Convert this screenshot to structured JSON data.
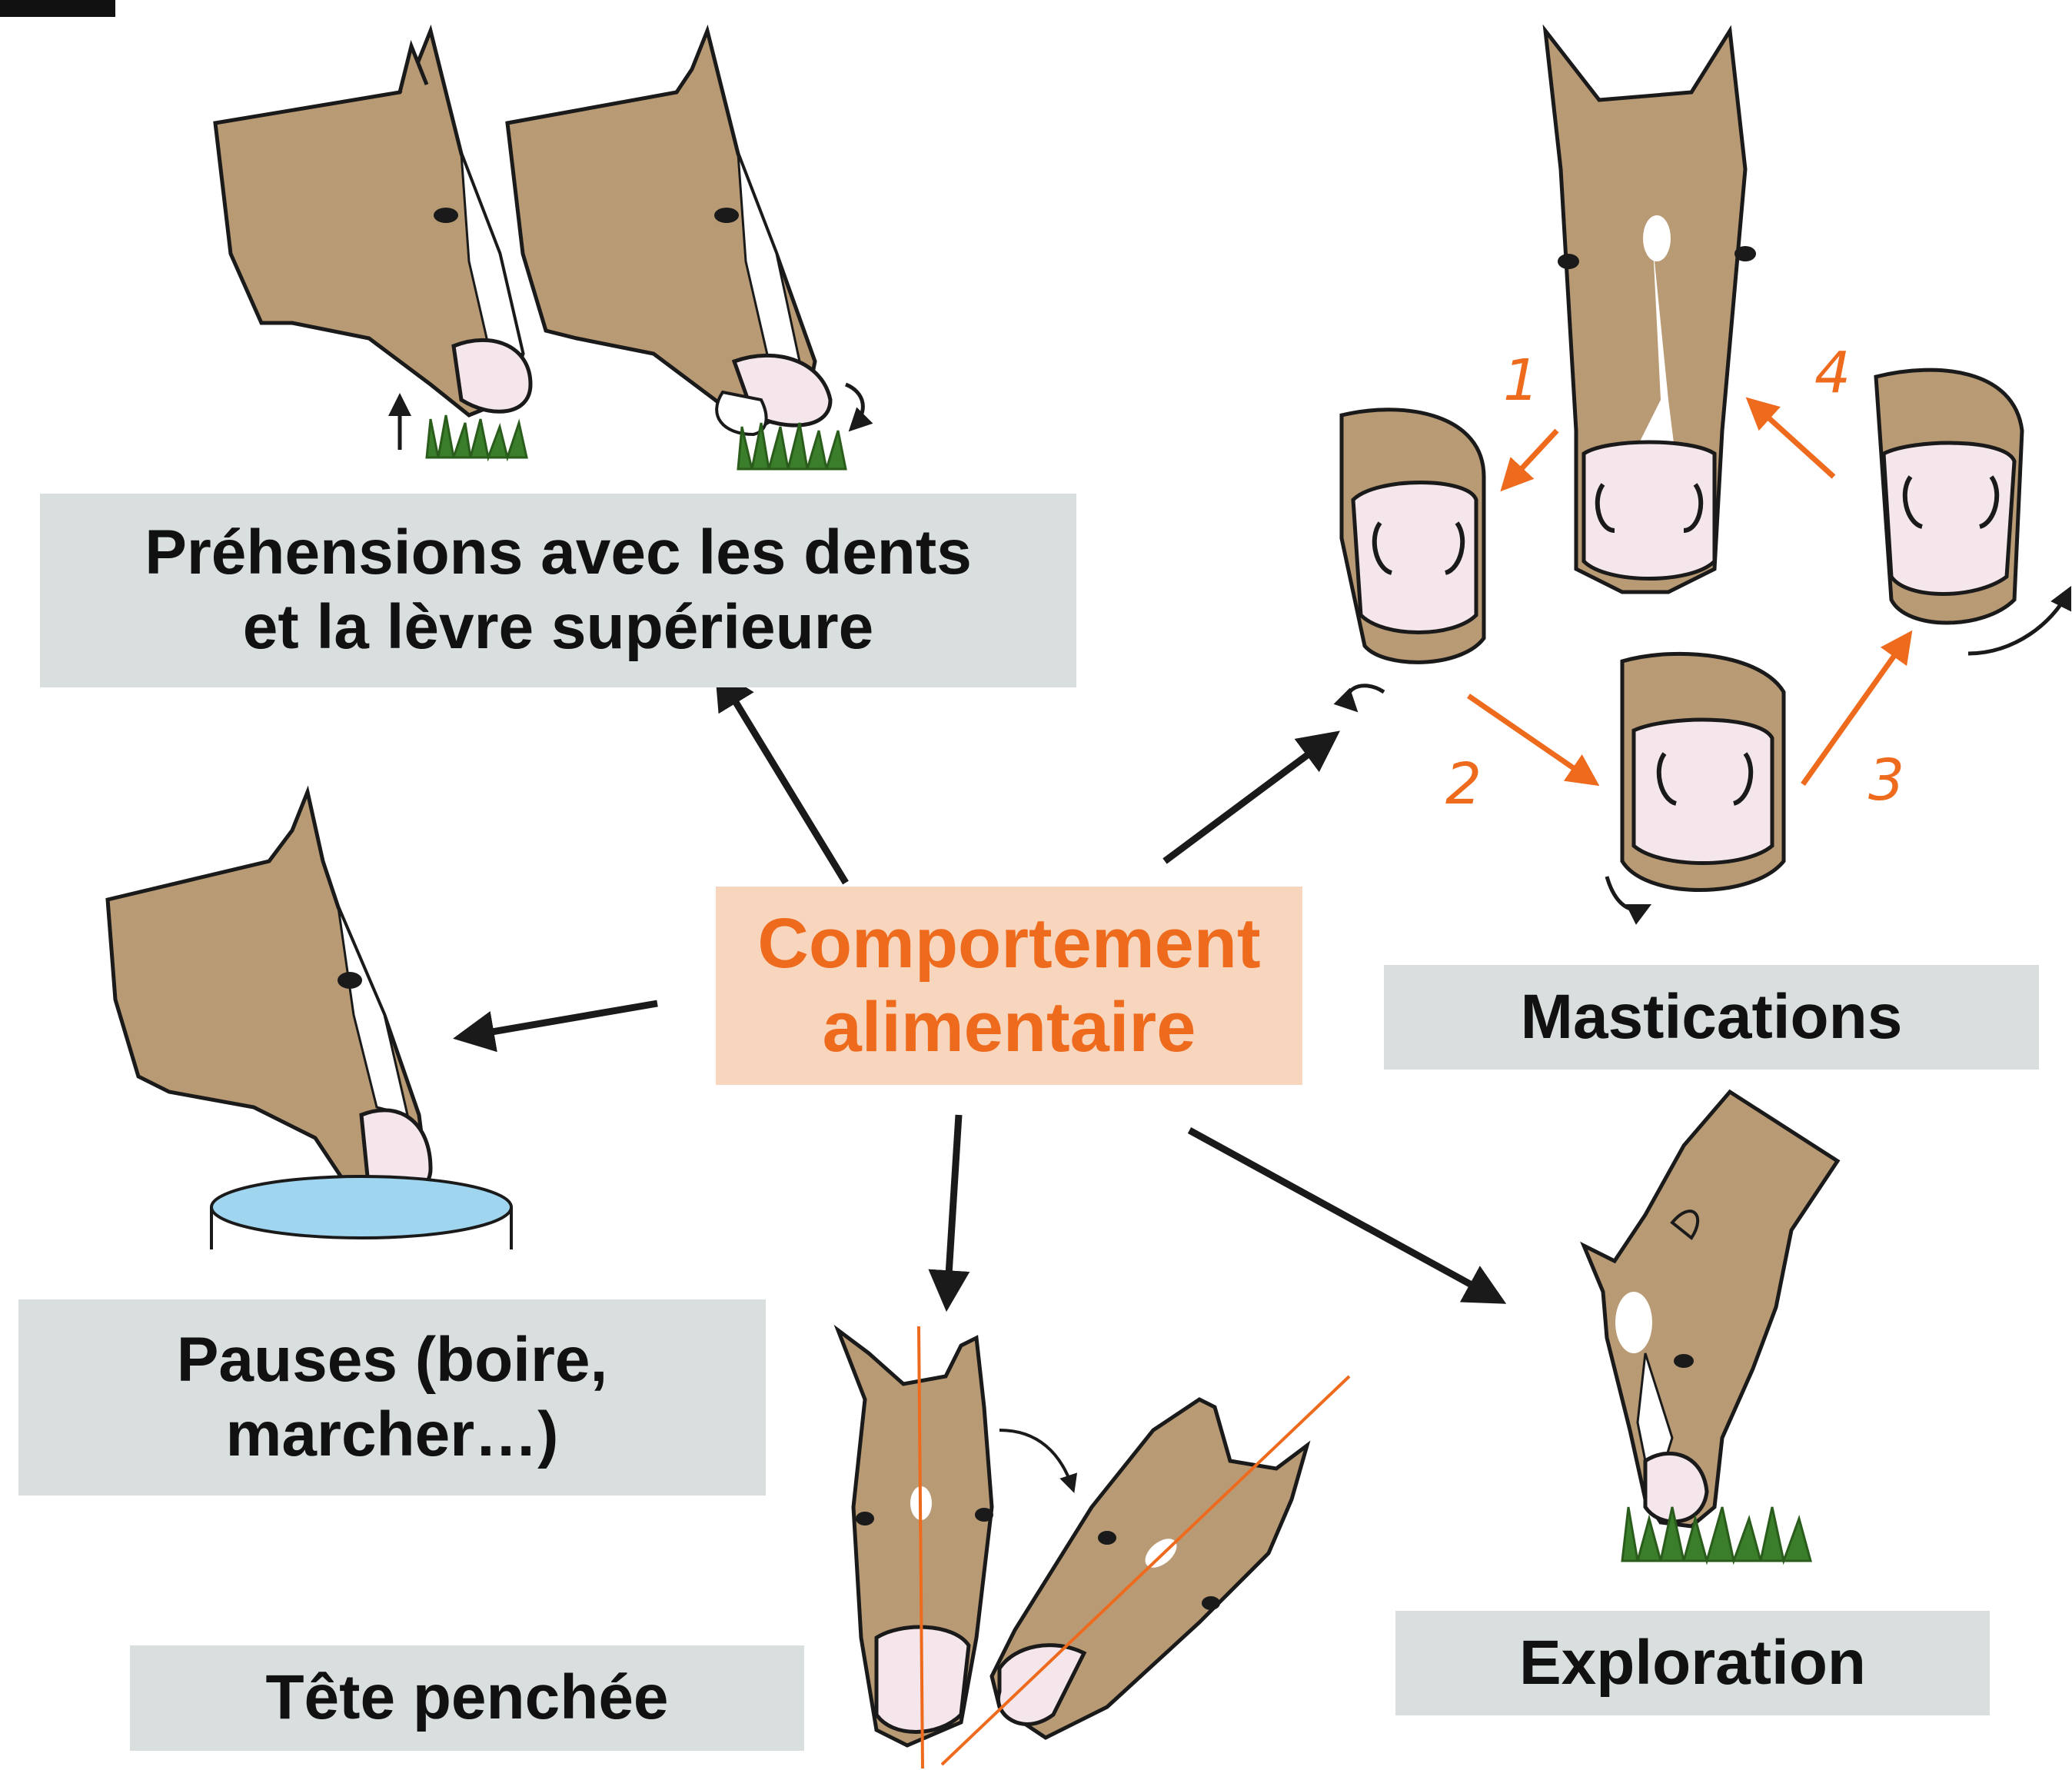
{
  "center": {
    "line1": "Comportement",
    "line2": "alimentaire"
  },
  "labels": {
    "prehension": {
      "line1": "Préhensions avec les dents",
      "line2": "et la lèvre supérieure"
    },
    "mastication": {
      "line1": "Mastications"
    },
    "pauses": {
      "line1": "Pauses (boire,",
      "line2": "marcher…)"
    },
    "exploration": {
      "line1": "Exploration"
    },
    "tete": {
      "line1": "Tête penchée"
    }
  },
  "sequence_numbers": [
    "1",
    "2",
    "3",
    "4"
  ],
  "colors": {
    "horse": "#b89a75",
    "outline": "#1a1a1a",
    "muzzle": "#f4e6ea",
    "grass": "#3a7d2a",
    "water": "#9fd5ee",
    "accent": "#ee6a1d",
    "label_bg": "#d9dedf",
    "center_bg": "#f8d5bd"
  },
  "icons": [
    "horse-head-icon",
    "grass-icon",
    "water-bucket-icon",
    "arrow-icon"
  ]
}
